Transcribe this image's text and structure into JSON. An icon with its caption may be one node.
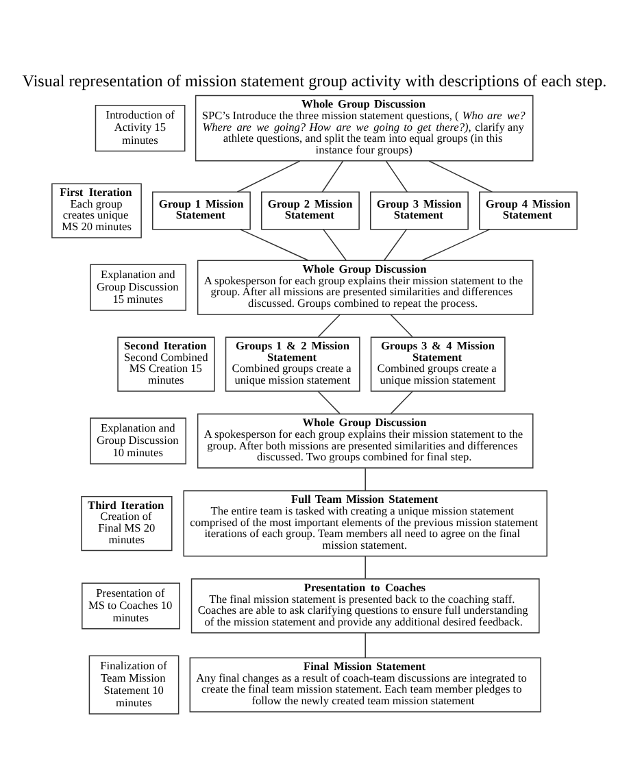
{
  "diagram": {
    "title": "Visual representation of mission statement group activity with descriptions of each step.",
    "nodes": [
      {
        "text": [
          "Introduction of Activity 15 minutes"
        ]
      },
      {
        "text": [
          "Whole Group Discussion",
          "SPC’s Introduce the three mission statement questions, (*Who are we? Where are we going? How are we going to get there?),* clarify any athlete questions, and split the team into equal groups (in this instance four groups)"
        ]
      },
      {
        "text": [
          "First Iteration",
          "Each group creates unique MS 20 minutes"
        ]
      },
      {
        "text": [
          "Group 1 Mission Statement"
        ]
      },
      {
        "text": [
          "Group 2 Mission Statement"
        ]
      },
      {
        "text": [
          "Group 3 Mission Statement"
        ]
      },
      {
        "text": [
          "Group 4 Mission Statement"
        ]
      },
      {
        "text": [
          "Explanation and Group Discussion 15 minutes"
        ]
      },
      {
        "text": [
          "Whole Group Discussion",
          "A spokesperson for each group explains their mission statement to the group. After all missions are presented similarities and differences discussed. Groups combined to repeat the process."
        ]
      },
      {
        "text": [
          "Second Iteration",
          "Second Combined MS Creation 15 minutes"
        ]
      },
      {
        "text": [
          "Groups 1 & 2 Mission Statement",
          "Combined groups create a unique mission statement"
        ]
      },
      {
        "text": [
          "Groups 3 & 4 Mission Statement",
          "Combined groups create a unique mission statement"
        ]
      },
      {
        "text": [
          "Explanation and Group Discussion 10 minutes"
        ]
      },
      {
        "text": [
          "Whole Group Discussion",
          "A spokesperson for each group explains their mission statement to the group. After both missions are presented similarities and differences discussed. Two groups combined for final step."
        ]
      },
      {
        "text": [
          "Third Iteration",
          "Creation of Final MS 20 minutes"
        ]
      },
      {
        "text": [
          "Full Team Mission Statement",
          "The entire team is tasked with creating a unique mission statement comprised of the most important elements of the previous mission statement iterations of each group. Team members all need to agree on the final mission statement."
        ]
      },
      {
        "text": [
          "Presentation of MS to Coaches 10 minutes"
        ]
      },
      {
        "text": [
          "Presentation to Coaches",
          "The final mission statement is presented back to the coaching staff. Coaches are able to ask clarifying questions to ensure full understanding of the mission statement and provide any additional desired feedback."
        ]
      },
      {
        "text": [
          "Finalization of Team Mission Statement 10 minutes"
        ]
      },
      {
        "text": [
          "Final Mission Statement",
          "Any final changes as a result of coach-team discussions are integrated to create the final team mission statement. Each team member pledges to follow the newly created team mission statement"
        ]
      }
    ],
    "edges": [
      {
        "from": 1,
        "to": 3,
        "arrow": "none"
      },
      {
        "from": 1,
        "to": 4,
        "arrow": "none"
      },
      {
        "from": 1,
        "to": 5,
        "arrow": "none"
      },
      {
        "from": 1,
        "to": 6,
        "arrow": "none"
      },
      {
        "from": 3,
        "to": 8,
        "arrow": "none"
      },
      {
        "from": 4,
        "to": 8,
        "arrow": "none"
      },
      {
        "from": 5,
        "to": 8,
        "arrow": "none"
      },
      {
        "from": 6,
        "to": 8,
        "arrow": "none"
      },
      {
        "from": 8,
        "to": 10,
        "arrow": "none"
      },
      {
        "from": 8,
        "to": 11,
        "arrow": "none"
      },
      {
        "from": 10,
        "to": 13,
        "arrow": "none"
      },
      {
        "from": 11,
        "to": 13,
        "arrow": "none"
      },
      {
        "from": 13,
        "to": 15,
        "arrow": "none"
      },
      {
        "from": 15,
        "to": 17,
        "arrow": "none"
      },
      {
        "from": 17,
        "to": 19,
        "arrow": "none"
      }
    ]
  }
}
